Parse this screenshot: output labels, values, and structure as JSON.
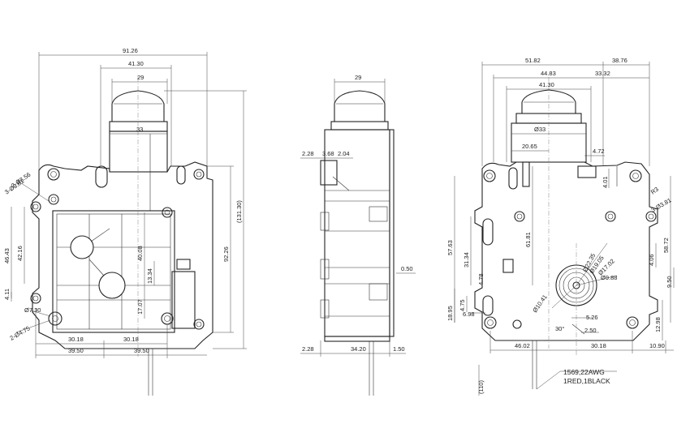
{
  "front_view": {
    "dims": {
      "d91_26": "91.26",
      "d41_30": "41.30",
      "d29": "29",
      "d33": "33",
      "d131_30": "(131.30)",
      "d92_26": "92.26",
      "d40_08": "40.08",
      "d13_34": "13.34",
      "d17_07": "17.07",
      "d46_43": "46.43",
      "d42_16": "42.16",
      "d4_11": "4.11",
      "dh3_56": "2-Ø3.56",
      "dh3_81": "3-Ø3.81",
      "dh7_30": "Ø7.30",
      "dh4_75": "2-Ø4.75",
      "d30_18a": "30.18",
      "d30_18b": "30.18",
      "d39_50a": "39.50",
      "d39_50b": "39.50"
    }
  },
  "side_view": {
    "dims": {
      "d29": "29",
      "d2_28a": "2.28",
      "d3_68": "3.68",
      "d2_04": "2.04",
      "d0_50": "0.50",
      "d2_28b": "2.28",
      "d34_20": "34.20",
      "d1_50": "1.50"
    }
  },
  "rear_view": {
    "dims": {
      "d51_82": "51.82",
      "d38_76": "38.76",
      "d44_83": "44.83",
      "d33_32": "33.32",
      "d41_30": "41.30",
      "d33": "Ø33",
      "d20_65": "20.65",
      "d4_72": "4.72",
      "d4_01": "4.01",
      "dr3": "R3",
      "dh3_81": "3-Ø3.81",
      "d57_63": "57.63",
      "d61_81": "61.81",
      "d31_34": "31.34",
      "d58_72": "58.72",
      "d4_06": "4.06",
      "d4_78": "4.78",
      "d9_50": "9.50",
      "d22_35": "Ø22.35",
      "d19_05": "Ø19.05",
      "d17_02": "Ø17.02",
      "d9_88": "Ø9.88",
      "d10_41": "Ø10.41",
      "d18_95": "18.95",
      "d4_75": "4.75",
      "d6_98": "6.98",
      "d5_26": "5.26",
      "d30deg": "30°",
      "d2_50": "2.50",
      "d12_98": "12.98",
      "d46_02": "46.02",
      "d30_18": "30.18",
      "d10_90": "10.90",
      "d110": "(110)"
    },
    "wire_note_line1": "1569,22AWG",
    "wire_note_line2": "1RED,1BLACK"
  }
}
